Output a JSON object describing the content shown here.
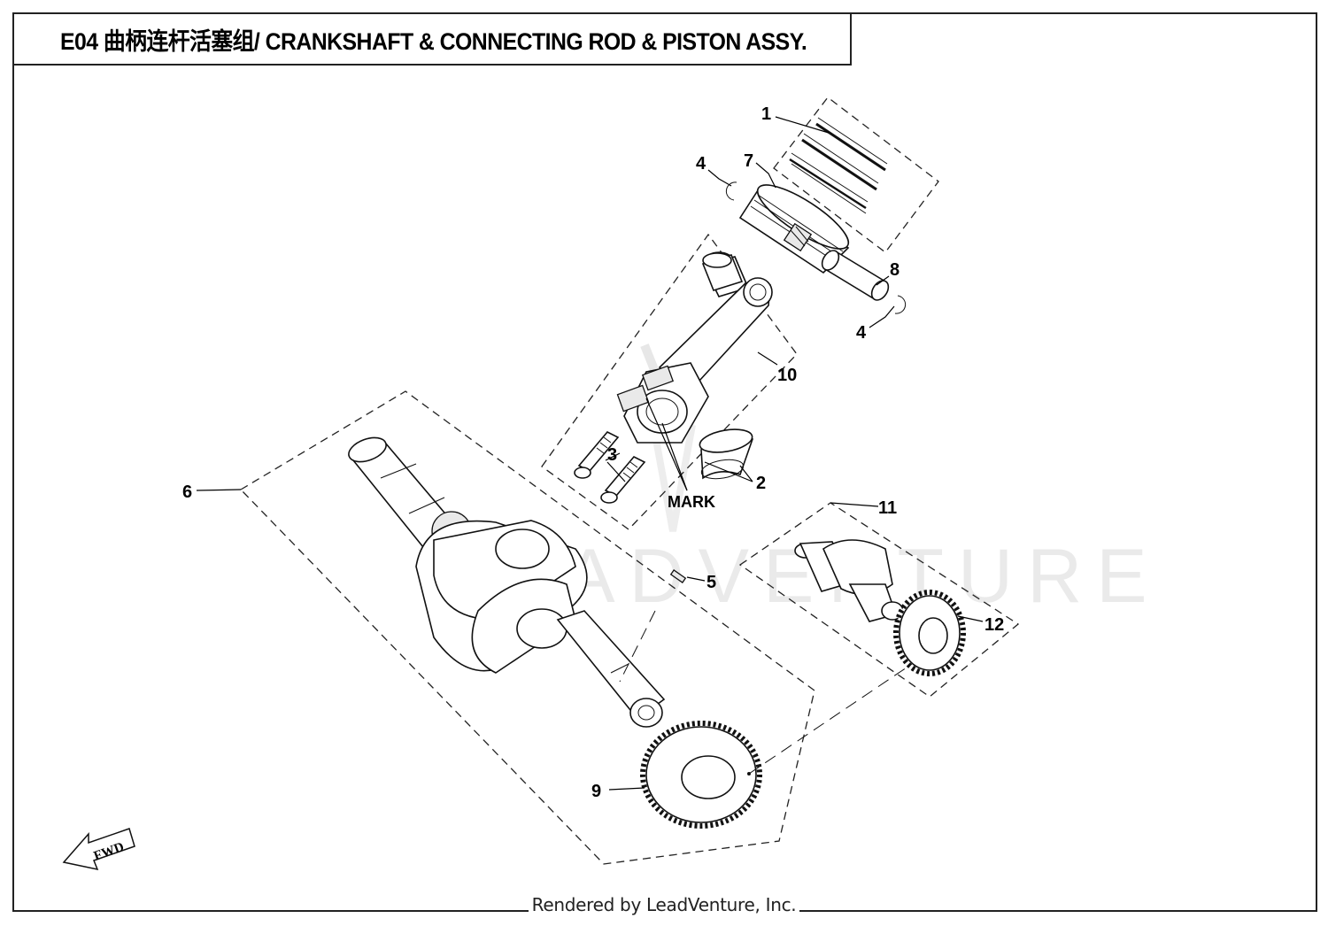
{
  "title": "E04 曲柄连杆活塞组/ CRANKSHAFT & CONNECTING ROD & PISTON ASSY.",
  "callouts": {
    "c1": "1",
    "c2": "2",
    "c3": "3",
    "c4a": "4",
    "c4b": "4",
    "c5": "5",
    "c6": "6",
    "c7": "7",
    "c8": "8",
    "c9": "9",
    "c10": "10",
    "c11": "11",
    "c12": "12"
  },
  "mark_label": "MARK",
  "fwd_label": "FWD",
  "watermark": "LEADVENTURE",
  "footer": "Rendered by LeadVenture, Inc."
}
